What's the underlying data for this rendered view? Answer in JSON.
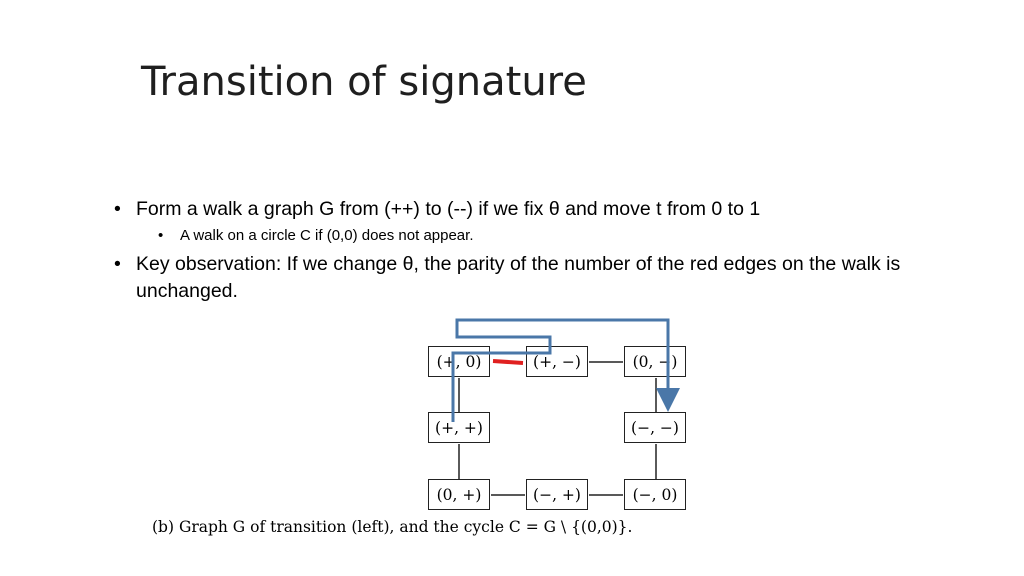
{
  "slide": {
    "title": "Transition of signature",
    "bullets": [
      {
        "text": "Form a walk a graph G from (++) to (--) if we fix θ   and move t from 0 to 1",
        "sub": [
          "A walk on a circle C  if (0,0) does not appear."
        ]
      },
      {
        "text": "Key observation:  If we change θ, the parity of the number of the red edges on the walk is unchanged.",
        "sub": []
      }
    ],
    "bullet_glyph": "•"
  },
  "figure": {
    "nodes": {
      "top_left": "(+, 0)",
      "top_mid": "(+, −)",
      "top_right": "(0, −)",
      "mid_left": "(+, +)",
      "mid_right": "(−, −)",
      "bot_left": "(0, +)",
      "bot_mid": "(−, +)",
      "bot_right": "(−, 0)"
    },
    "caption": "(b) Graph G of transition (left), and the cycle C = G \\ {(0,0)}.",
    "colors": {
      "red_edge": "#e02020",
      "walk": "#4a77a8",
      "edge": "#222222"
    }
  }
}
